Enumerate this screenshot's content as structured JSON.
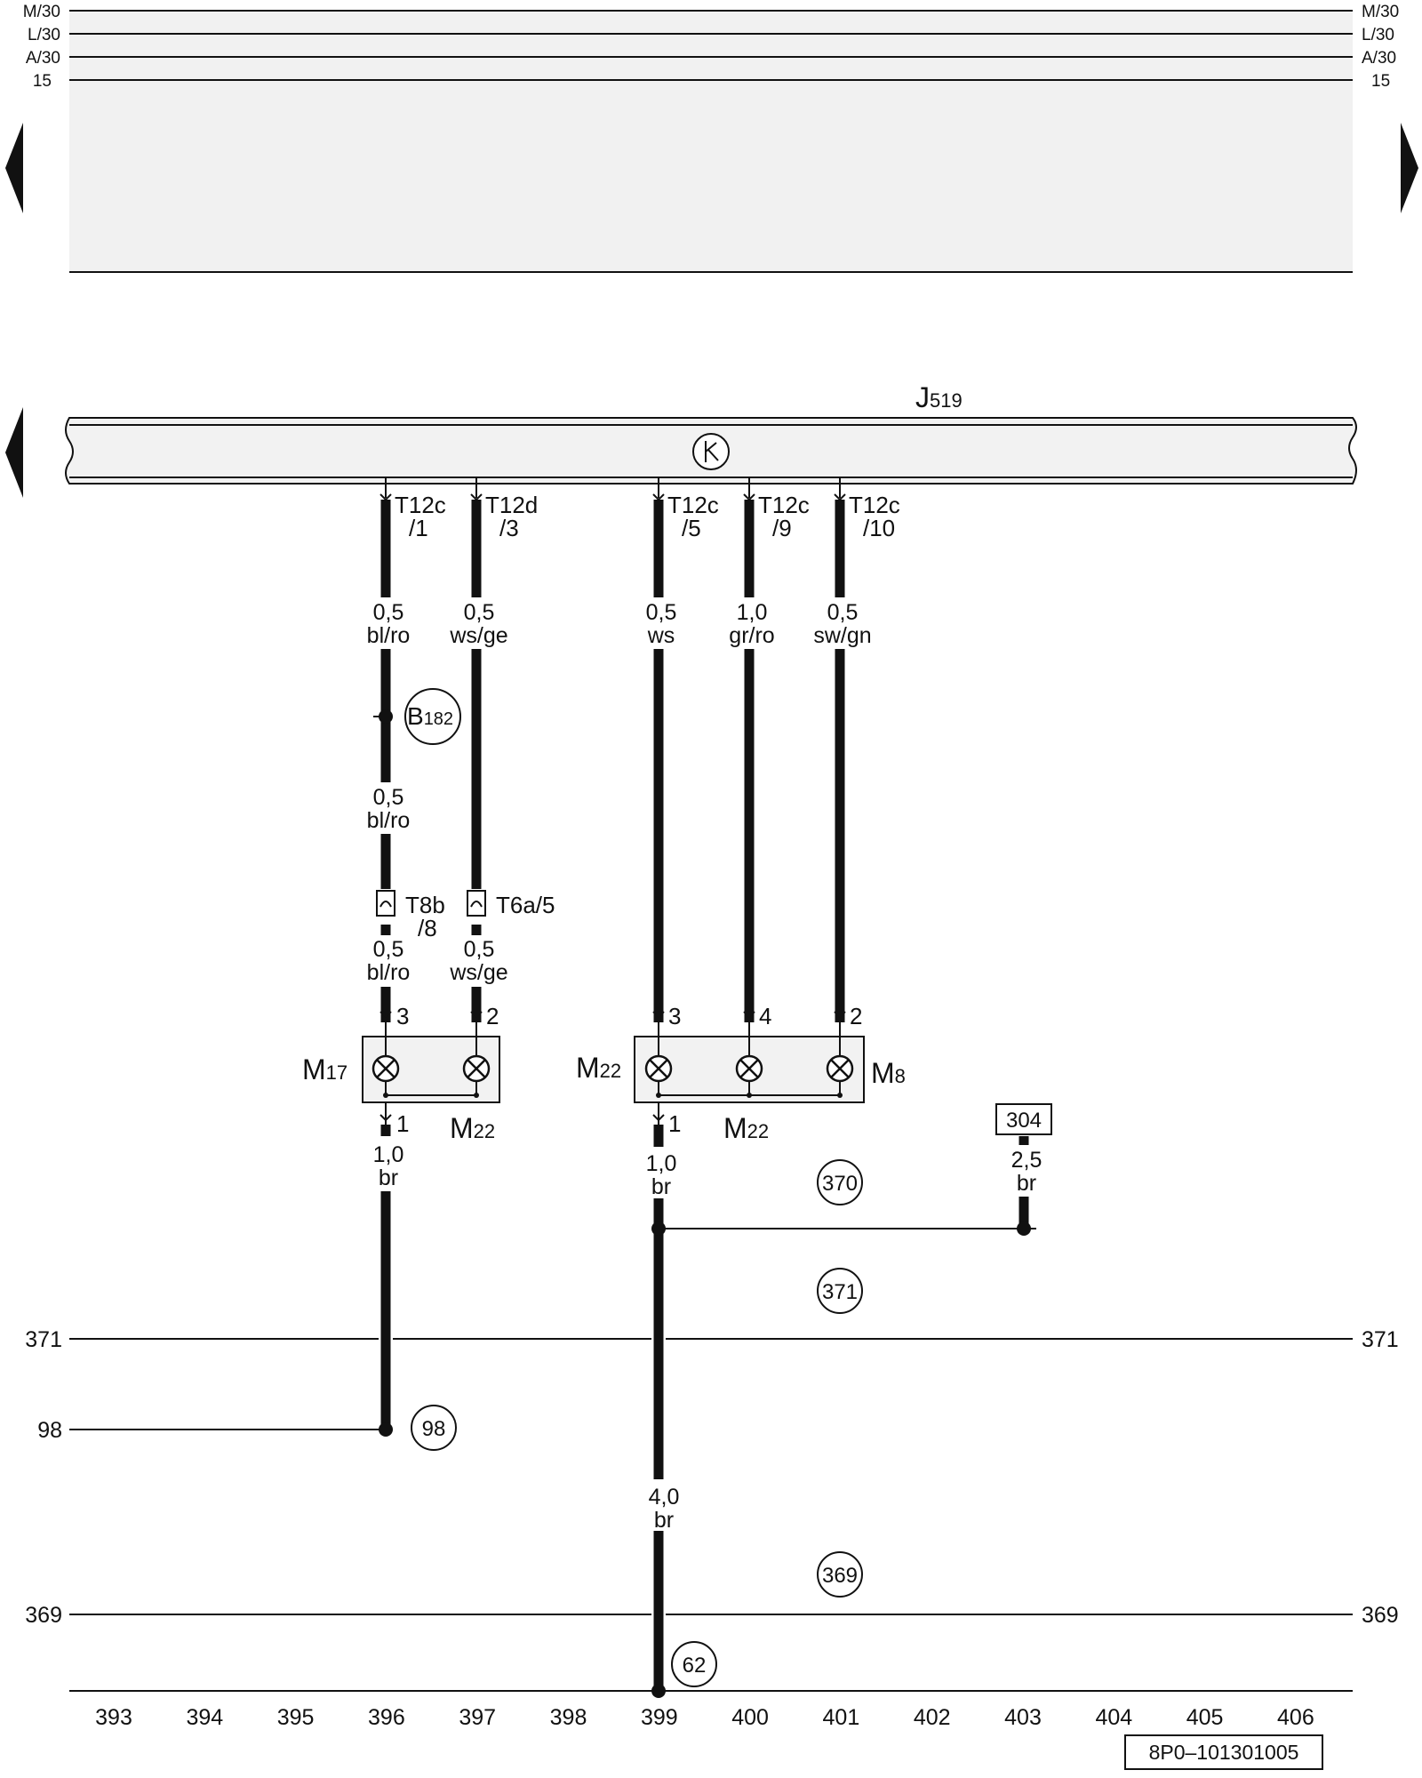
{
  "rails_top": [
    "M/30",
    "L/30",
    "A/30",
    "15"
  ],
  "control_unit": {
    "label": "J",
    "sub": "519"
  },
  "connectors": [
    {
      "id": "T12c",
      "pin": "/1"
    },
    {
      "id": "T12d",
      "pin": "/3"
    },
    {
      "id": "T12c",
      "pin": "/5"
    },
    {
      "id": "T12c",
      "pin": "/9"
    },
    {
      "id": "T12c",
      "pin": "/10"
    }
  ],
  "wires": [
    {
      "size": "0,5",
      "color": "bl/ro"
    },
    {
      "size": "0,5",
      "color": "ws/ge"
    },
    {
      "size": "0,5",
      "color": "ws"
    },
    {
      "size": "1,0",
      "color": "gr/ro"
    },
    {
      "size": "0,5",
      "color": "sw/gn"
    },
    {
      "size": "0,5",
      "color": "bl/ro"
    },
    {
      "size": "0,5",
      "color": "bl/ro"
    },
    {
      "size": "0,5",
      "color": "ws/ge"
    },
    {
      "size": "1,0",
      "color": "br"
    },
    {
      "size": "1,0",
      "color": "br"
    },
    {
      "size": "2,5",
      "color": "br"
    },
    {
      "size": "4,0",
      "color": "br"
    }
  ],
  "splice": {
    "label": "B",
    "sub": "182"
  },
  "inline_connectors": [
    {
      "id": "T8b",
      "pin": "/8"
    },
    {
      "id": "T6a/5",
      "pin": ""
    }
  ],
  "pin_numbers": [
    "3",
    "2",
    "3",
    "4",
    "2",
    "1",
    "1"
  ],
  "components": [
    {
      "label": "M",
      "sub": "17"
    },
    {
      "label": "M",
      "sub": "22"
    },
    {
      "label": "M",
      "sub": "22"
    },
    {
      "label": "M",
      "sub": "8"
    },
    {
      "label": "M",
      "sub": "22"
    }
  ],
  "boxed_ref": "304",
  "circle_refs": [
    "370",
    "371",
    "98",
    "369",
    "62"
  ],
  "side_refs": [
    "371",
    "98",
    "369"
  ],
  "ruler": [
    "393",
    "394",
    "395",
    "396",
    "397",
    "398",
    "399",
    "400",
    "401",
    "402",
    "403",
    "404",
    "405",
    "406"
  ],
  "drawing_code": "8P0–101301005"
}
